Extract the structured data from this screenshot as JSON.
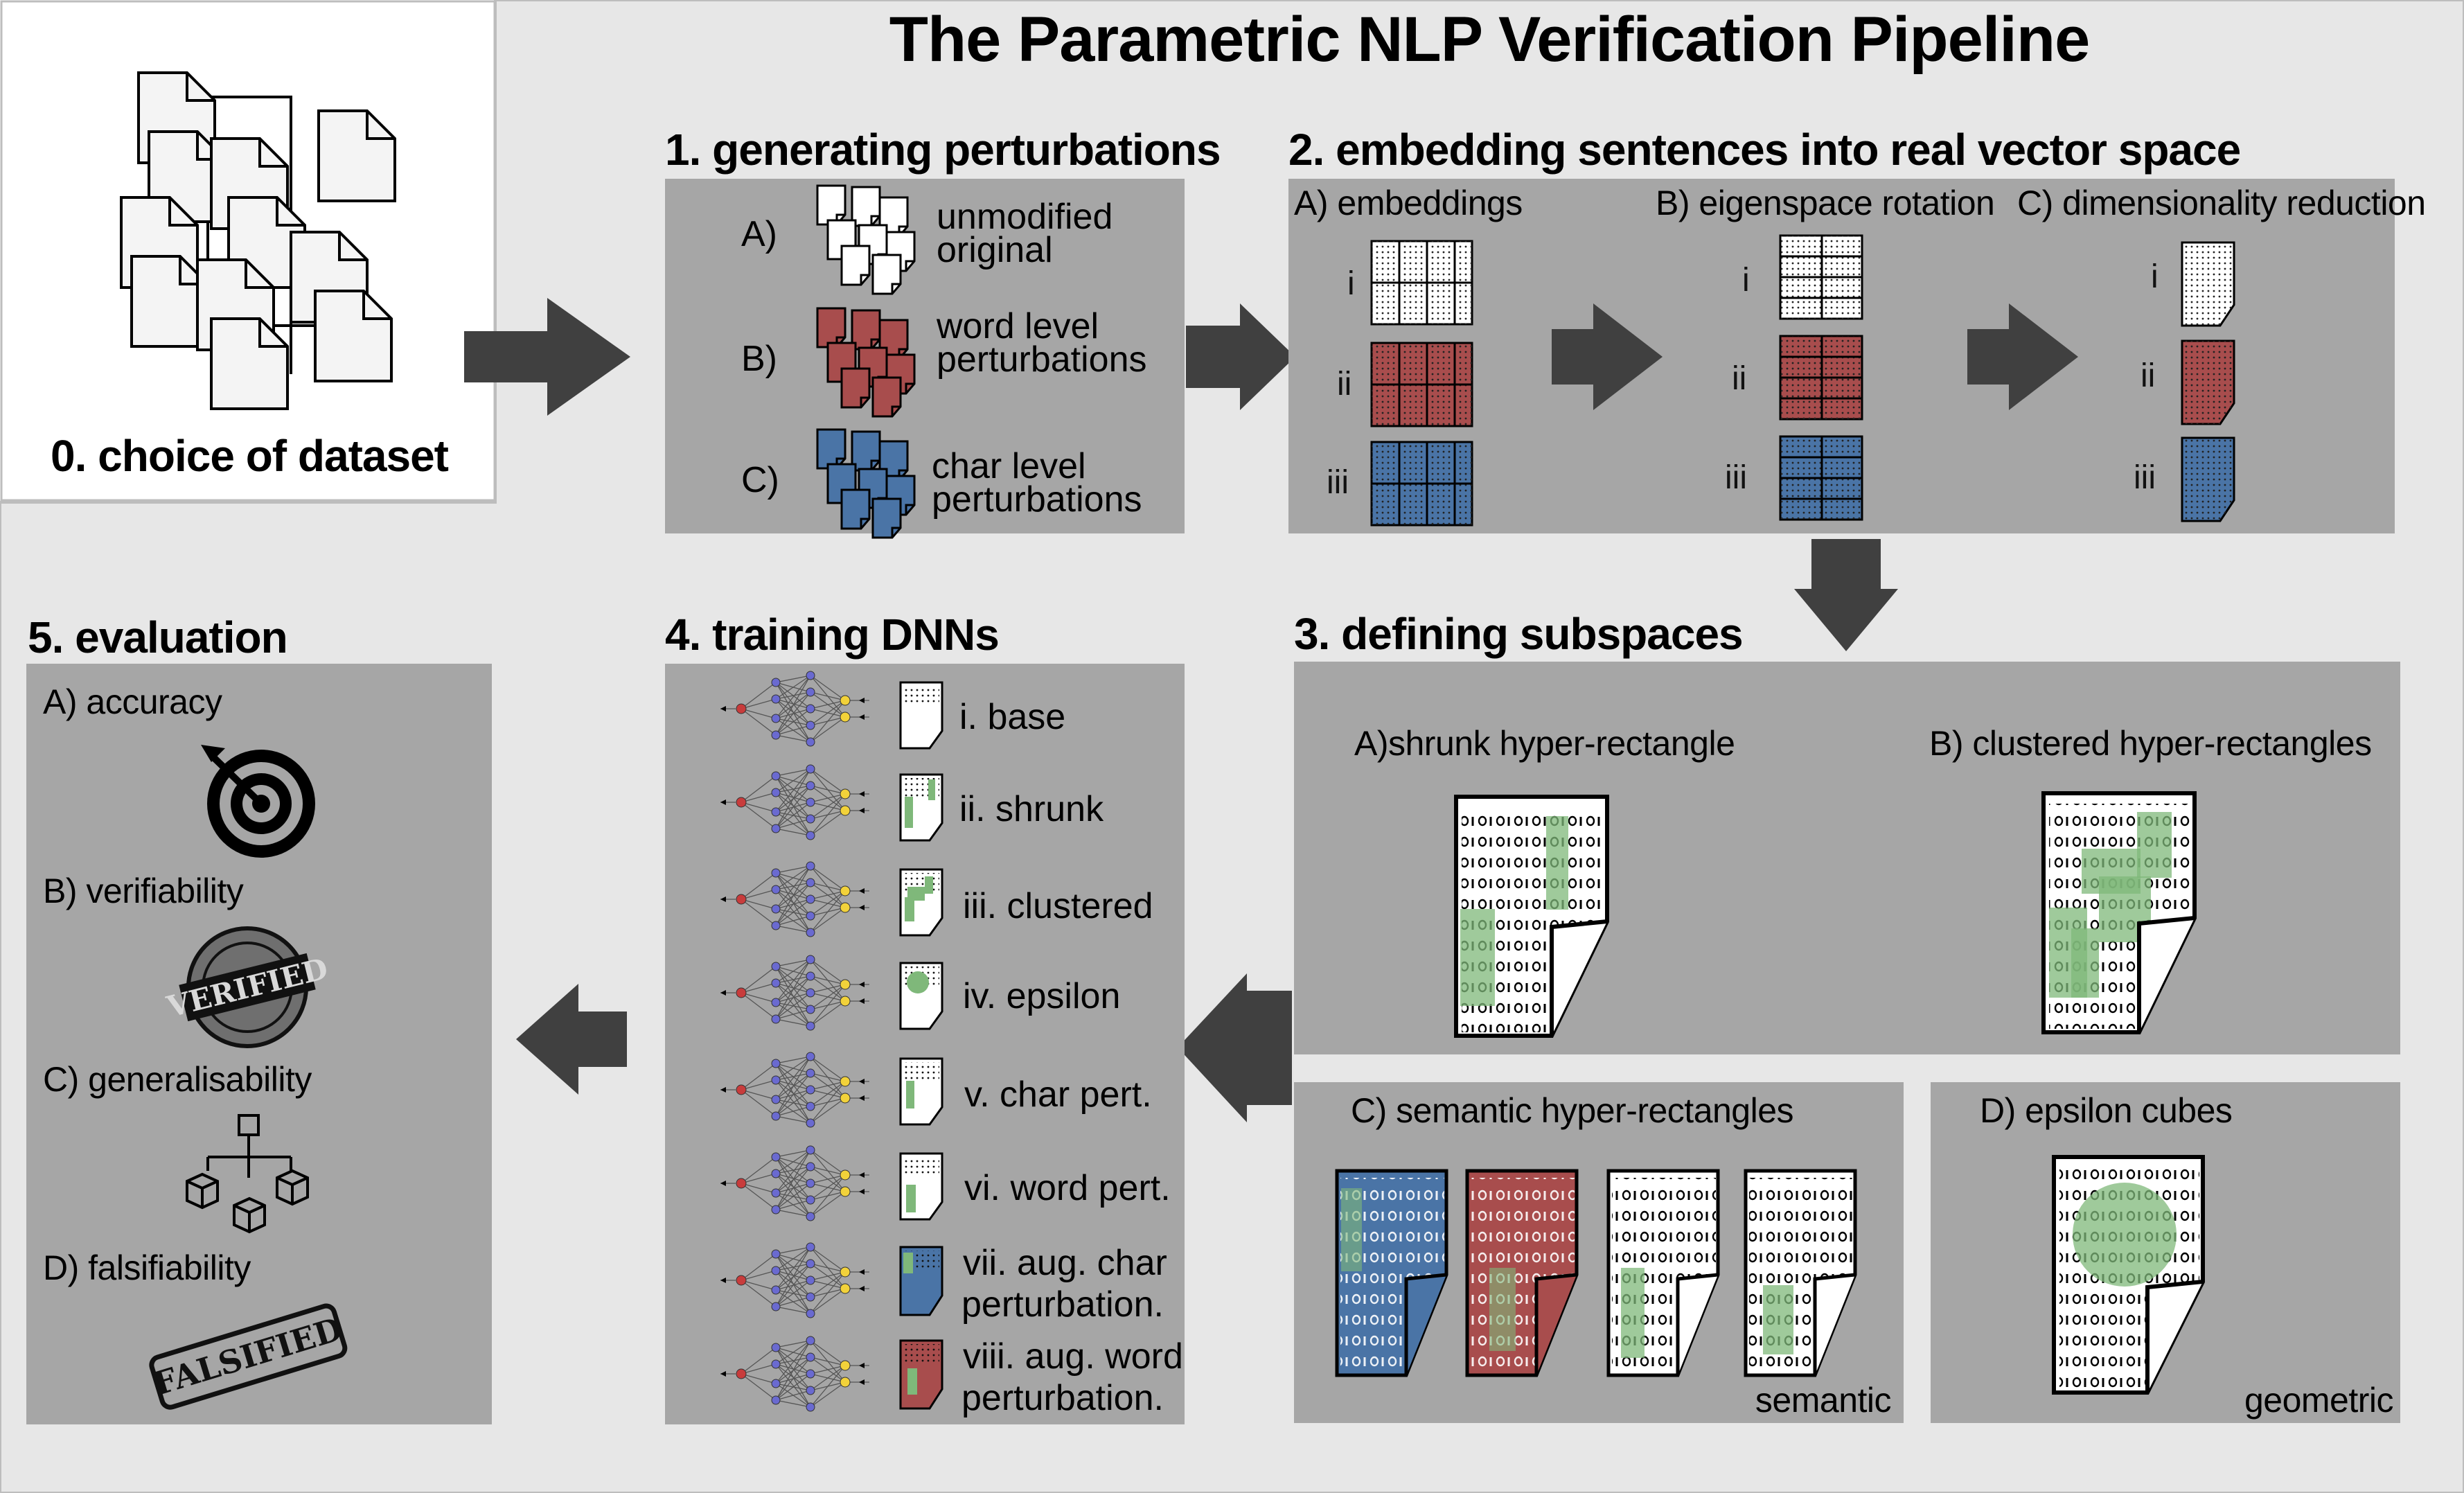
{
  "title": "The Parametric NLP Verification Pipeline",
  "step0": {
    "label": "0. choice of dataset"
  },
  "step1": {
    "heading": "1. generating perturbations",
    "rows": [
      {
        "letter": "A)",
        "line1": "unmodified",
        "line2": "original"
      },
      {
        "letter": "B)",
        "line1": "word level",
        "line2": "perturbations"
      },
      {
        "letter": "C)",
        "line1": "char level",
        "line2": "perturbations"
      }
    ]
  },
  "step2": {
    "heading": "2. embedding sentences into real vector space",
    "sub_a": "A) embeddings",
    "sub_b": "B) eigenspace rotation",
    "sub_c": "C) dimensionality reduction",
    "roman": [
      "i",
      "ii",
      "iii"
    ]
  },
  "step3": {
    "heading": "3. defining subspaces",
    "a": "A)shrunk  hyper-rectangle",
    "b": "B) clustered hyper-rectangles",
    "c": "C) semantic hyper-rectangles",
    "d": "D) epsilon cubes",
    "semantic": "semantic",
    "geometric": "geometric"
  },
  "step4": {
    "heading": "4. training DNNs",
    "models": [
      {
        "line1": "i. base",
        "line2": ""
      },
      {
        "line1": "ii. shrunk",
        "line2": ""
      },
      {
        "line1": "iii. clustered",
        "line2": ""
      },
      {
        "line1": "iv. epsilon",
        "line2": ""
      },
      {
        "line1": "v. char pert.",
        "line2": ""
      },
      {
        "line1": "vi. word pert.",
        "line2": ""
      },
      {
        "line1": "vii. aug. char",
        "line2": "perturbation."
      },
      {
        "line1": "viii. aug. word",
        "line2": "perturbation."
      }
    ]
  },
  "step5": {
    "heading": "5. evaluation",
    "a": "A) accuracy",
    "b": "B) verifiability",
    "c": "C) generalisability",
    "d": "D) falsifiability",
    "stamp_verified": "VERIFIED",
    "stamp_falsified": "FALSIFIED"
  },
  "colors": {
    "panel": "#a6a6a6",
    "background": "#e7e7e7",
    "arrow": "#404040",
    "red": "#a84d4d",
    "blue": "#4a74a6",
    "green": "#7fb87a"
  }
}
